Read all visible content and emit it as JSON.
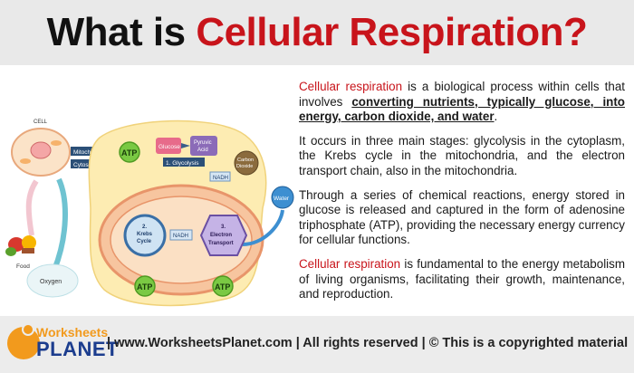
{
  "title": {
    "part1": "What is ",
    "part2": "Cellular Respiration?"
  },
  "diagram": {
    "cell_label": "CELL",
    "mitochondrion_label": "Mitochondrion",
    "cytosol_label": "Cytosol",
    "food_label": "Food",
    "oxygen_label": "Oxygen",
    "glucose_label": "Glucose",
    "pyruvic_label_1": "Pyruvic",
    "pyruvic_label_2": "Acid",
    "glycolysis_label": "1. Glycolysis",
    "atp_label": "ATP",
    "nadh_label": "NADH",
    "krebs_label_1": "2.",
    "krebs_label_2": "Krebs",
    "krebs_label_3": "Cycle",
    "etc_label_1": "3.",
    "etc_label_2": "Electron",
    "etc_label_3": "Transport",
    "co2_label_1": "Carbon",
    "co2_label_2": "Dioxide",
    "water_label": "Water"
  },
  "paragraphs": {
    "p1_term": "Cellular respiration",
    "p1_text1": " is a biological process within cells that involves ",
    "p1_underlined": "converting nutrients, typically glucose, into energy, carbon dioxide, and water",
    "p1_end": ".",
    "p2": "It occurs in three main stages: glycolysis in the cytoplasm, the Krebs cycle in the mitochondria, and the electron transport chain, also in the mitochondria.",
    "p3": "Through a series of chemical reactions, energy stored in glucose is released and captured in the form of adenosine triphosphate (ATP), providing the necessary energy currency for cellular functions.",
    "p4_term": "Cellular respiration",
    "p4_text": " is fundamental to the energy metabolism of living organisms, facilitating their growth, maintenance, and reproduction."
  },
  "footer": {
    "logo_top": "Worksheets",
    "logo_bottom": "PLANET",
    "text": "| www.WorksheetsPlanet.com | All rights reserved | © This is a copyrighted material"
  },
  "colors": {
    "accent_red": "#c8141b",
    "logo_orange": "#f29a1d",
    "logo_blue": "#1c3d8e",
    "atp_green": "#7ac943"
  }
}
